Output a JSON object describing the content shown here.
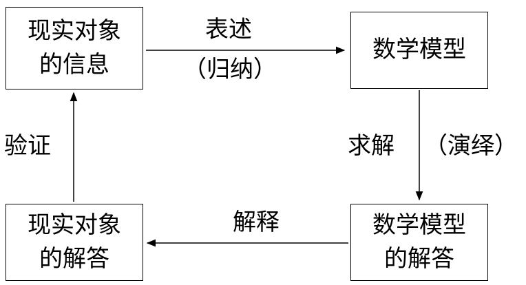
{
  "boxes": {
    "real_info": {
      "line1": "现实对象",
      "line2": "的信息"
    },
    "math_model": {
      "line1": "数学模型"
    },
    "real_solution": {
      "line1": "现实对象",
      "line2": "的解答"
    },
    "model_solution": {
      "line1": "数学模型",
      "line2": "的解答"
    }
  },
  "edges": {
    "express": {
      "label": "表述",
      "sublabel": "（归纳）"
    },
    "solve": {
      "label": "求解",
      "sublabel": "（演绎）"
    },
    "interpret": {
      "label": "解释"
    },
    "verify": {
      "label": "验证"
    }
  }
}
